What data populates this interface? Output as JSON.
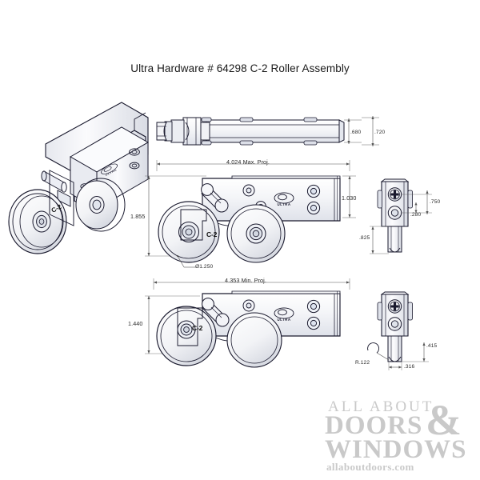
{
  "page": {
    "title": "Ultra Hardware # 64298 C-2 Roller Assembly",
    "background": "#ffffff",
    "line_color": "#1a1a2e",
    "dim_color": "#2b2b2b"
  },
  "views": {
    "isometric": {
      "name": "isometric-view",
      "part_tag": "C-2"
    },
    "top": {
      "name": "top-plan-view"
    },
    "max_proj": {
      "name": "max-projection-view",
      "part_tag": "C-2",
      "logo": "ULTRA"
    },
    "min_proj": {
      "name": "min-projection-view",
      "part_tag": "C-2",
      "logo": "ULTRA"
    },
    "end_upper": {
      "name": "upper-end-view"
    },
    "end_lower": {
      "name": "lower-end-view"
    }
  },
  "dimensions": {
    "top_height_inner": ".680",
    "top_height_outer": ".720",
    "max_proj_length": "4.024 Max. Proj.",
    "max_proj_overall_height": "1.855",
    "max_proj_plate_height": "1.030",
    "wheel_diameter": "Ø1.250",
    "min_proj_length": "4.353 Min. Proj.",
    "min_proj_overall_height": "1.440",
    "end_upper_screw_spacing": ".750",
    "end_upper_hole_offset": ".280",
    "end_upper_wheel_height": ".825",
    "end_lower_wheel_height": ".415",
    "end_lower_wheel_width": ".316",
    "end_lower_radius": "R.122"
  },
  "watermark": {
    "line1": "ALL ABOUT",
    "line2": "DOORS",
    "ampersand": "&",
    "line3": "WINDOWS",
    "line4": "allaboutdoors.com",
    "color": "#c9c9c9"
  }
}
